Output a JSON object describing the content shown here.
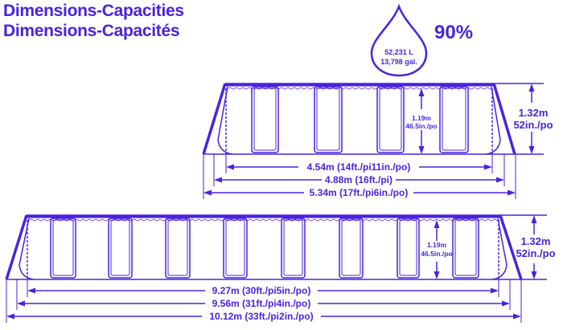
{
  "header": {
    "title_en": "Dimensions-Capacities",
    "title_fr": "Dimensions-Capacités"
  },
  "capacity": {
    "fill_percent_label": "90%",
    "liters": "52,231 L",
    "gallons": "13,798 gal."
  },
  "small_view": {
    "water_height_m": "1.19m",
    "water_height_in": "46.5in./po",
    "total_height_m": "1.32m",
    "total_height_in": "52in./po",
    "inner_width": "4.54m (14ft./pi11in./po)",
    "mid_width": "4.88m (16ft./pi)",
    "outer_width": "5.34m (17ft./pi6in./po)"
  },
  "large_view": {
    "water_height_m": "1.19m",
    "water_height_in": "46.5in./po",
    "total_height_m": "1.32m",
    "total_height_in": "52in./po",
    "inner_width": "9.27m (30ft./pi5in./po)",
    "mid_width": "9.56m (31ft./pi4in./po)",
    "outer_width": "10.12m (33ft./pi2in./po)"
  },
  "colors": {
    "line": "#4b22dd"
  }
}
